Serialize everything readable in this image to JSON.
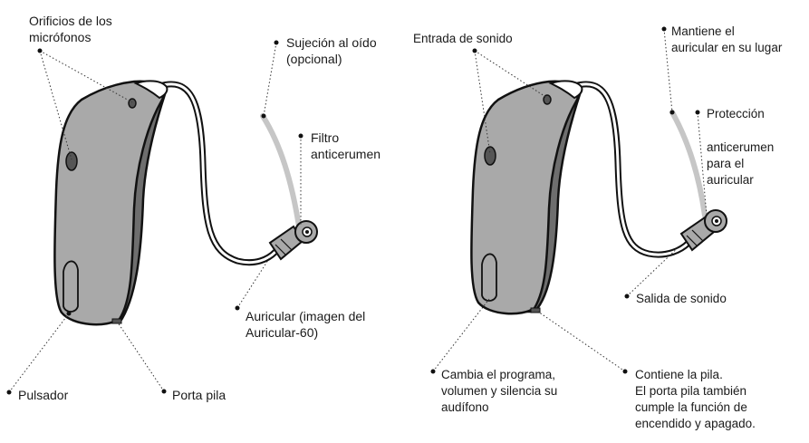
{
  "left_diagram": {
    "labels": {
      "microphone_openings": "Orificios de los\nmicrófonos",
      "ear_retention": "Sujeción al oído\n(opcional)",
      "wax_filter": "Filtro\nanticerumen",
      "receiver": "Auricular (imagen del\nAuricular-60)",
      "push_button": "Pulsador",
      "battery_door": "Porta pila"
    }
  },
  "right_diagram": {
    "labels": {
      "sound_inlet": "Entrada de sonido",
      "retention_note": "Mantiene el\nauricular en su lugar",
      "protection": "Protección",
      "protection_detail": "anticerumen\npara el\nauricular",
      "sound_outlet": "Salida de sonido",
      "button_function": "Cambia el programa,\nvolumen y silencia su\naudífono",
      "battery_function": "Contiene la pila.\nEl porta pila también\ncumple la función de\nencendido y apagado."
    }
  },
  "colors": {
    "body_light": "#a9a9a9",
    "body_dark": "#6e6e6e",
    "retention_gray": "#c6c6c6",
    "line": "#111111"
  }
}
